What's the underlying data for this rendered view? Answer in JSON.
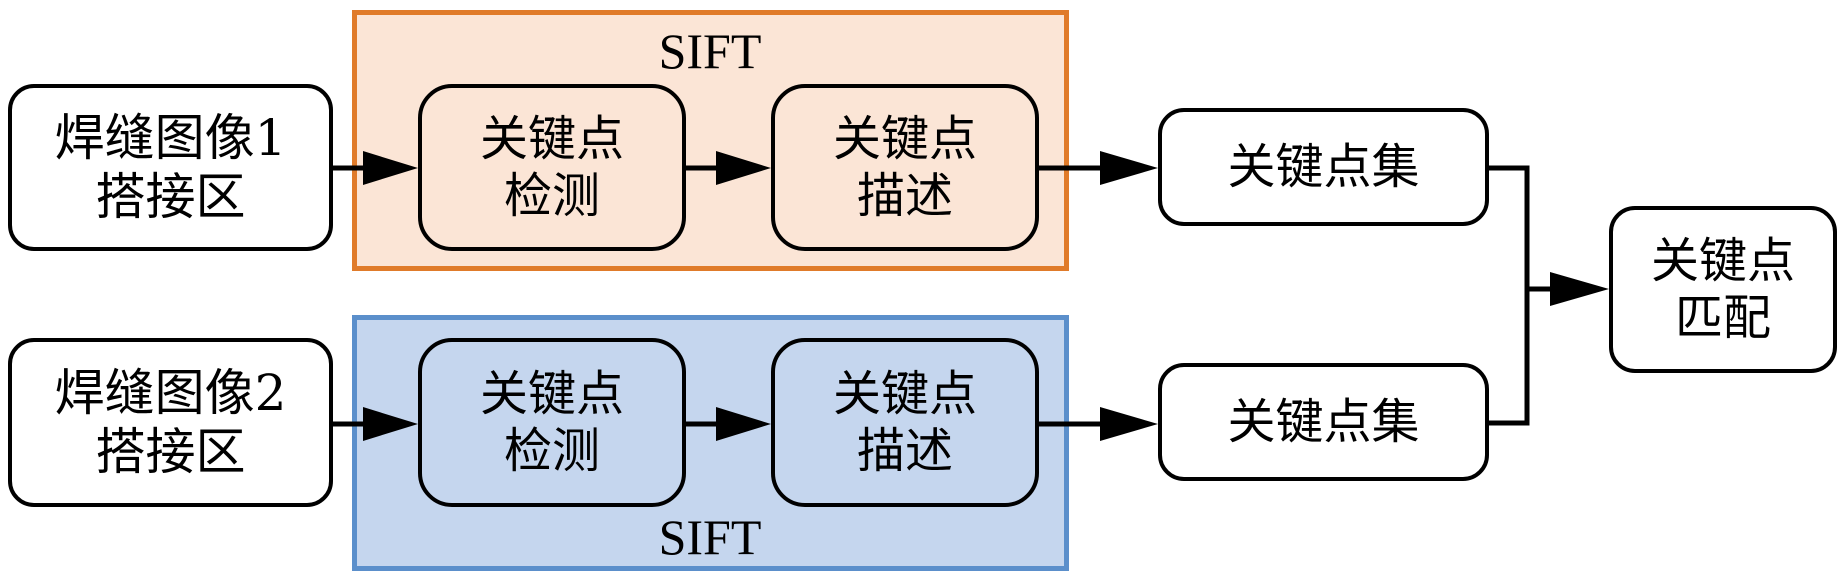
{
  "colors": {
    "sift_top_fill": "#fbe5d6",
    "sift_top_border": "#e07b2a",
    "sift_bottom_fill": "#c5d6ee",
    "sift_bottom_border": "#5b8fcb",
    "line": "#000000",
    "box_fill": "#ffffff"
  },
  "sift_top": {
    "label": "SIFT"
  },
  "sift_bottom": {
    "label": "SIFT"
  },
  "input1": {
    "line1": "焊缝图像1",
    "line2": "搭接区"
  },
  "input2": {
    "line1": "焊缝图像2",
    "line2": "搭接区"
  },
  "detect1": {
    "line1": "关键点",
    "line2": "检测"
  },
  "describe1": {
    "line1": "关键点",
    "line2": "描述"
  },
  "detect2": {
    "line1": "关键点",
    "line2": "检测"
  },
  "describe2": {
    "line1": "关键点",
    "line2": "描述"
  },
  "set1": {
    "label": "关键点集"
  },
  "set2": {
    "label": "关键点集"
  },
  "match": {
    "line1": "关键点",
    "line2": "匹配"
  }
}
